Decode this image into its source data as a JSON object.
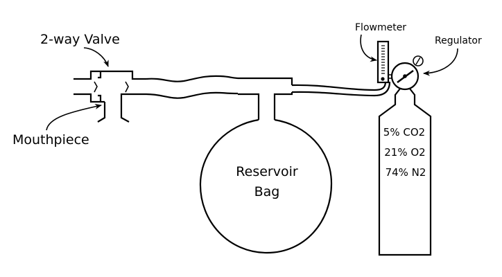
{
  "diagram": {
    "labels": {
      "valve": "2-way Valve",
      "mouthpiece": "Mouthpiece",
      "bag_line1": "Reservoir",
      "bag_line2": "Bag",
      "flowmeter": "Flowmeter",
      "regulator": "Regulator"
    },
    "cylinder_contents": [
      "5% CO2",
      "21% O2",
      "74% N2"
    ],
    "colors": {
      "line": "#000000",
      "background": "#ffffff"
    }
  }
}
